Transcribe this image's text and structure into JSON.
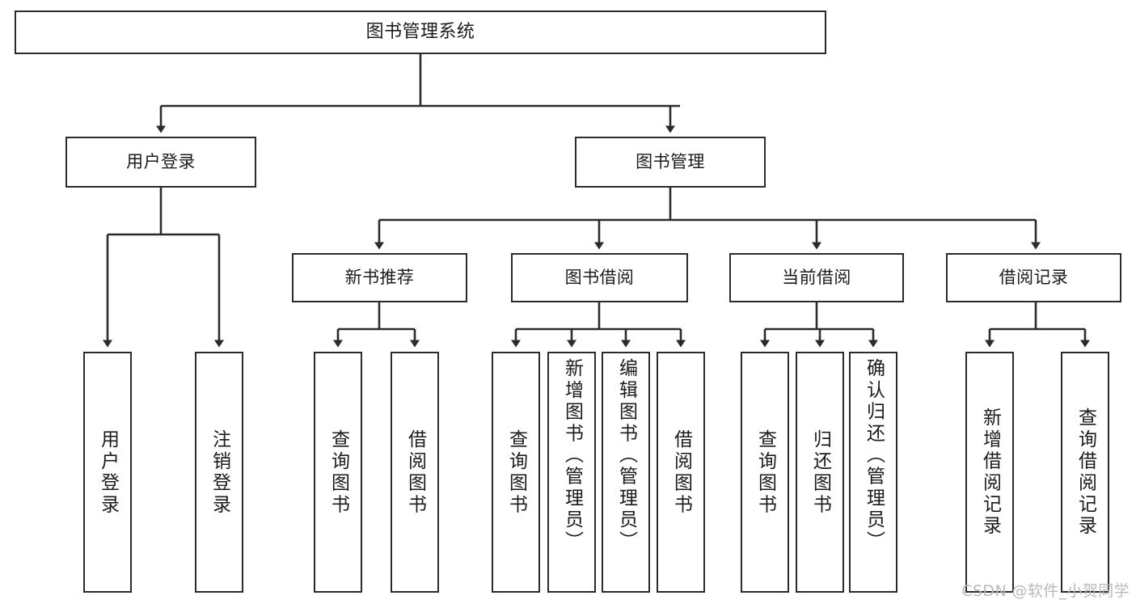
{
  "diagram": {
    "title": "图书管理系统",
    "type": "tree",
    "colors": {
      "stroke": "#2b2b2b",
      "fill": "#ffffff",
      "text": "#1b1b1b",
      "watermark": "#b9b9b9"
    },
    "root": {
      "label": "图书管理系统"
    },
    "level2": [
      {
        "label": "用户登录"
      },
      {
        "label": "图书管理"
      }
    ],
    "level3": [
      {
        "label": "新书推荐"
      },
      {
        "label": "图书借阅"
      },
      {
        "label": "当前借阅"
      },
      {
        "label": "借阅记录"
      }
    ],
    "leaves": [
      {
        "label": "用户登录",
        "parent": "用户登录"
      },
      {
        "label": "注销登录",
        "parent": "用户登录"
      },
      {
        "label": "查询图书",
        "parent": "新书推荐"
      },
      {
        "label": "借阅图书",
        "parent": "新书推荐"
      },
      {
        "label": "查询图书",
        "parent": "图书借阅"
      },
      {
        "label": "新增图书（管理员）",
        "parent": "图书借阅"
      },
      {
        "label": "编辑图书（管理员）",
        "parent": "图书借阅"
      },
      {
        "label": "借阅图书",
        "parent": "图书借阅"
      },
      {
        "label": "查询图书",
        "parent": "当前借阅"
      },
      {
        "label": "归还图书",
        "parent": "当前借阅"
      },
      {
        "label": "确认归还（管理员）",
        "parent": "当前借阅"
      },
      {
        "label": "新增借阅记录",
        "parent": "借阅记录"
      },
      {
        "label": "查询借阅记录",
        "parent": "借阅记录"
      }
    ]
  },
  "watermark": {
    "text": "CSDN @软件_小贺同学"
  }
}
